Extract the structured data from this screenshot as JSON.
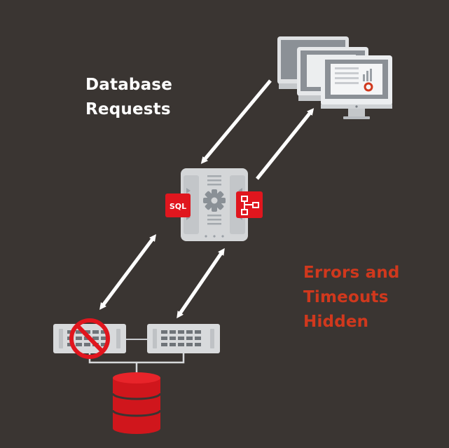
{
  "labels": {
    "requests": [
      "Database",
      "Requests"
    ],
    "errors": [
      "Errors and",
      "Timeouts",
      "Hidden"
    ]
  },
  "proxy": {
    "sql_badge": "SQL"
  },
  "colors": {
    "background": "#3a3532",
    "requests_text": "#ffffff",
    "errors_text": "#d0381d",
    "accent_red": "#e0161e",
    "device_gray": "#d4d6d8",
    "arrow": "#ffffff"
  },
  "icons": {
    "clients": "monitor-icon",
    "proxy": "gear-icon",
    "sql": "sql-badge-icon",
    "routing": "hierarchy-icon",
    "failed_server": "prohibited-icon",
    "database": "database-cylinder-icon"
  }
}
